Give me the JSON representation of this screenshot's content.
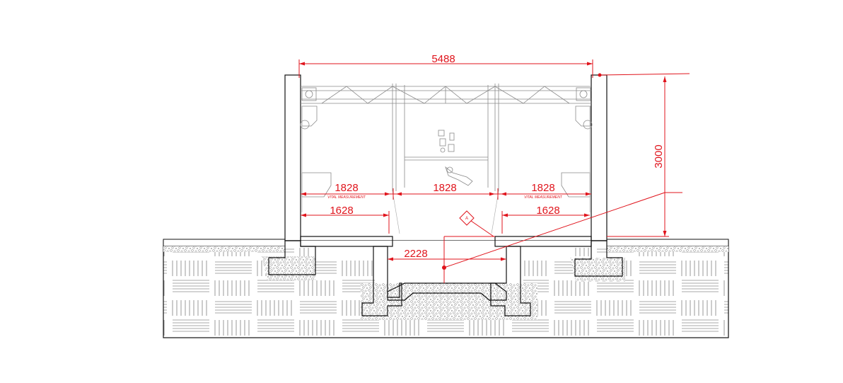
{
  "drawing": {
    "dims": {
      "overall_width": "5488",
      "height": "3000",
      "left_span": "1828",
      "center_span": "1828",
      "right_span": "1828",
      "left_inner": "1628",
      "right_inner": "1628",
      "pit_width": "2228"
    },
    "notes": {
      "vital_left": "VITAL MEASUREMENT",
      "vital_right": "VITAL MEASUREMENT",
      "section_marker": "A"
    },
    "colors": {
      "dimension": "#e0141c",
      "concrete_outline": "#111111",
      "structure": "#8a8a8a"
    }
  }
}
